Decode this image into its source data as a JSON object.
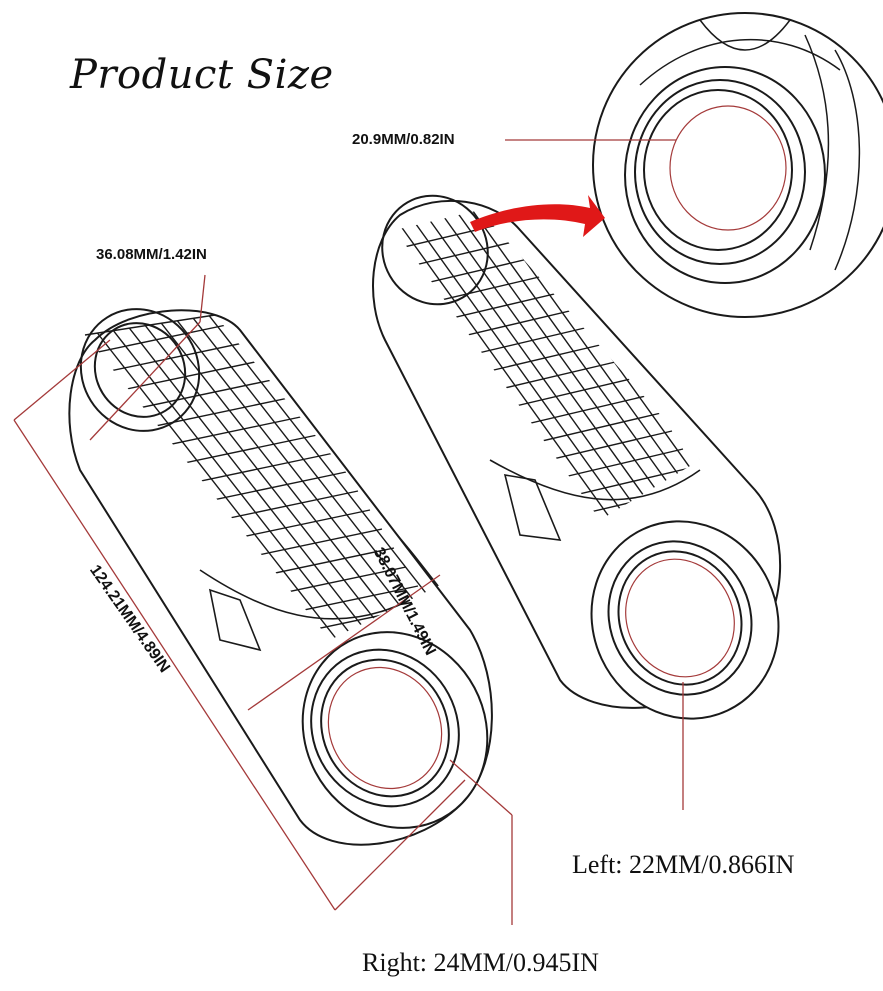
{
  "title": "Product Size",
  "labels": {
    "inner_hole": "20.9MM/0.82IN",
    "end_diameter": "36.08MM/1.42IN",
    "body_diameter": "38.07MM/1.49IN",
    "length": "124.21MM/4.89IN",
    "left_bore": "Left: 22MM/0.866IN",
    "right_bore": "Right: 24MM/0.945IN"
  },
  "colors": {
    "outline": "#1a1a1a",
    "dimension_line": "#a43a3a",
    "arrow": "#e01818"
  }
}
